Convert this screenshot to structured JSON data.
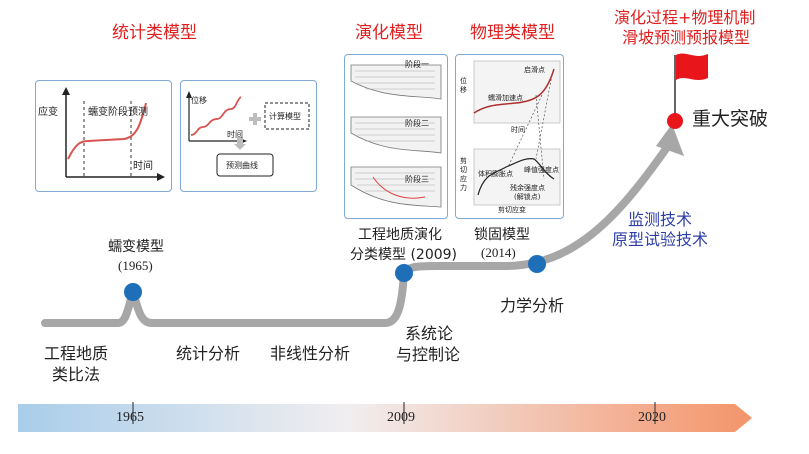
{
  "headers": {
    "statistical": "统计类模型",
    "evolution": "演化模型",
    "physical": "物理类模型",
    "goal_line1": "演化过程+物理机制",
    "goal_line2": "滑坡预测预报模型"
  },
  "panel1": {
    "ylabel": "应变",
    "curve_label": "蠕变阶段预测",
    "xlabel": "时间"
  },
  "panel2": {
    "ylabel": "位移",
    "xlabel": "时间",
    "calc_box": "计算模型",
    "result_box": "预测曲线"
  },
  "panel3": {
    "stage1": "阶段一",
    "stage2": "阶段二",
    "stage3": "阶段三"
  },
  "panel4": {
    "ylabel_top": "位移",
    "xlabel_top": "时间",
    "start_slide": "启滑点",
    "accel": "蠕滑加速点",
    "ylabel_bottom": "剪切应力",
    "dilation": "体积膨胀点",
    "peak": "峰值强度点",
    "residual": "残余强度点",
    "unlock": "(解锁点)",
    "xlabel_bottom": "剪切应变"
  },
  "milestones": {
    "creep_model": "蠕变模型",
    "creep_year": "(1965)",
    "geo_model_line1": "工程地质演化",
    "geo_model_line2": "分类模型 (2009)",
    "lock_model": "锁固模型",
    "lock_year": "(2014)",
    "breakthrough": "重大突破"
  },
  "path_labels": {
    "analogy_line1": "工程地质",
    "analogy_line2": "类比法",
    "stat_analysis": "统计分析",
    "nonlinear": "非线性分析",
    "systems_line1": "系统论",
    "systems_line2": "与控制论",
    "mechanics": "力学分析",
    "monitoring_line1": "监测技术",
    "monitoring_line2": "原型试验技术"
  },
  "timeline": {
    "years": [
      "1965",
      "2009",
      "2020"
    ]
  },
  "colors": {
    "accent_red": "#e02020",
    "node_blue": "#1f6fb8",
    "text_blue": "#2e3ea8",
    "path_gray": "#a7a7a7"
  }
}
